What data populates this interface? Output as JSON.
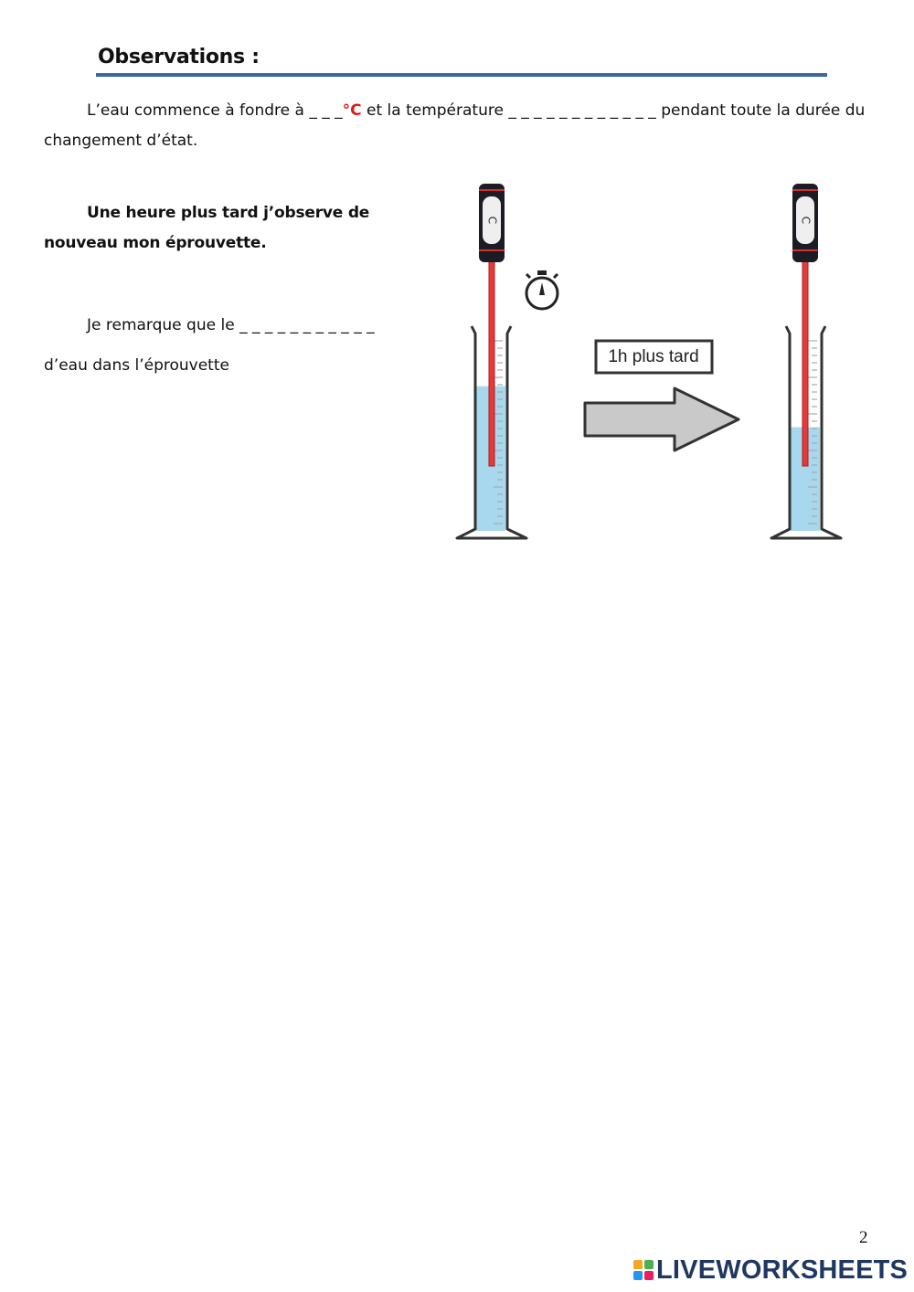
{
  "section": {
    "title": "Observations :"
  },
  "paragraph1": {
    "text_a": "L’eau commence à fondre à  ",
    "blank_a": "_ _ _",
    "unit": "°C",
    "text_b": " et la température ",
    "blank_b": "_ _ _ _ _ _ _ _ _ _ _ _",
    "text_c": " pendant toute la durée du changement d’état."
  },
  "paragraph2": {
    "text": "Une heure plus tard j’observe de nouveau mon éprouvette."
  },
  "paragraph3": {
    "text": "Je remarque que le ",
    "blank": "_ _ _ _ _ _ _ _ _ _ _"
  },
  "paragraph4": {
    "text": "d’eau dans l’éprouvette"
  },
  "figure": {
    "label": "1h plus tard",
    "thermometer_letter": "C",
    "icons": [
      "thermometer-icon",
      "stopwatch-icon",
      "graduated-cylinder-icon",
      "right-arrow-icon"
    ],
    "water_level_before": 0.74,
    "water_level_after": 0.53,
    "colors": {
      "water": "#a8d8ee",
      "thermometer": "#e53a3a",
      "arrow": "#c9c9c9"
    }
  },
  "footer": {
    "page_number": "2",
    "brand": "LIVEWORKSHEETS"
  }
}
